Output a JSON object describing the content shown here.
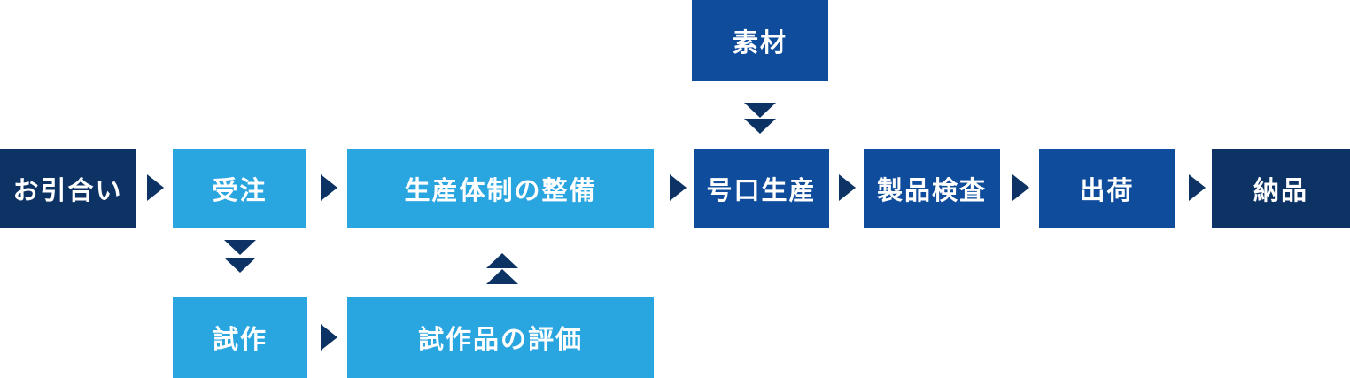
{
  "diagram": {
    "type": "process-flow",
    "colors": {
      "dark_navy": "#0d3264",
      "medium_blue": "#0f4c9c",
      "light_blue": "#29a5e0",
      "text_white": "#ffffff"
    },
    "nodes": {
      "material": "素材",
      "inquiry": "お引合い",
      "order": "受注",
      "production_setup": "生産体制の整備",
      "mass_production": "号口生産",
      "product_inspection": "製品検査",
      "shipment": "出荷",
      "delivery": "納品",
      "prototype": "試作",
      "prototype_evaluation": "試作品の評価"
    },
    "icons": {
      "flow_arrow": "right-triangle",
      "double_chevron_down": "two stacked down triangles",
      "double_chevron_up": "two stacked up triangles"
    }
  }
}
